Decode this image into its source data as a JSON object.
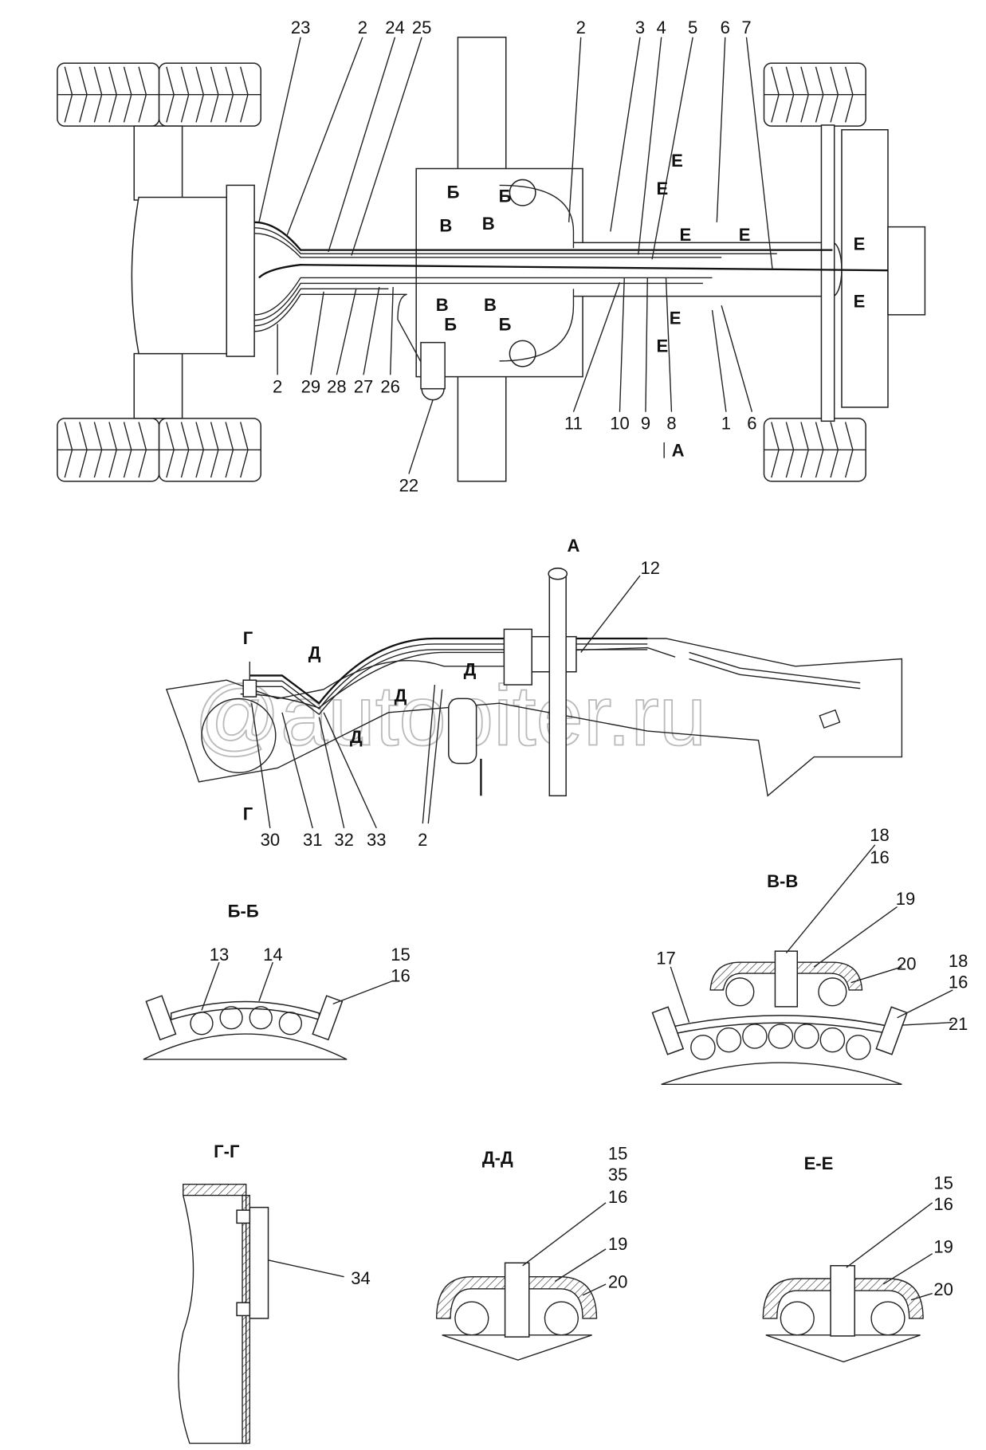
{
  "watermark": "@autopiter.ru",
  "plan_view": {
    "top_callouts": [
      "23",
      "2",
      "24",
      "25",
      "2",
      "3",
      "4",
      "5",
      "6",
      "7"
    ],
    "bottom_left_callouts": [
      "2",
      "29",
      "28",
      "27",
      "26"
    ],
    "bottom_right_callouts": [
      "11",
      "10",
      "9",
      "8",
      "1",
      "6"
    ],
    "view_arrow": "A",
    "cylinder_callout": "22",
    "section_marks": [
      "Б",
      "В",
      "Б",
      "В",
      "В",
      "Б",
      "В",
      "Б",
      "Е",
      "Е",
      "Е",
      "Е",
      "Е",
      "Е",
      "Е",
      "Е"
    ]
  },
  "side_view": {
    "title": "A",
    "callouts_top": [
      "12"
    ],
    "section_marks": [
      "Г",
      "Д",
      "Д",
      "Д",
      "Д",
      "Г"
    ],
    "bottom_callouts": [
      "30",
      "31",
      "32",
      "33",
      "2"
    ]
  },
  "sections": {
    "bb": {
      "title": "Б-Б",
      "callouts": [
        "13",
        "14",
        "15",
        "16"
      ]
    },
    "vv": {
      "title": "В-В",
      "callouts": [
        "18",
        "16",
        "19",
        "20",
        "17",
        "18",
        "16",
        "21"
      ]
    },
    "gg": {
      "title": "Г-Г",
      "callouts": [
        "34"
      ]
    },
    "dd": {
      "title": "Д-Д",
      "callouts": [
        "15",
        "35",
        "16",
        "19",
        "20"
      ]
    },
    "ee": {
      "title": "Е-Е",
      "callouts": [
        "15",
        "16",
        "19",
        "20"
      ]
    }
  }
}
